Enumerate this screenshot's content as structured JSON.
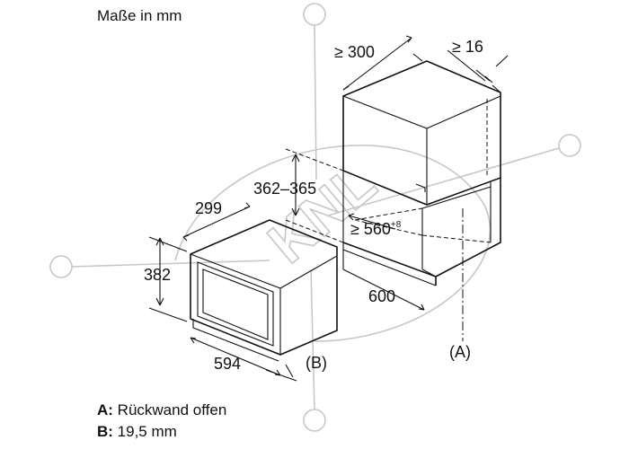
{
  "title": "Maße in mm",
  "dimensions": {
    "niche_depth_min": "≥ 300",
    "top_gap_min": "≥ 16",
    "niche_height": "362–365",
    "appliance_depth": "299",
    "niche_width_min": "≥ 560",
    "niche_width_tolerance": "+8",
    "appliance_height": "382",
    "cabinet_depth": "600",
    "appliance_width": "594"
  },
  "markers": {
    "a": "(A)",
    "b": "(B)"
  },
  "legend": [
    {
      "key": "A:",
      "text": " Rückwand offen"
    },
    {
      "key": "B:",
      "text": " 19,5 mm"
    }
  ],
  "watermark": {
    "text": "KNL",
    "color": "#c7c7c7"
  }
}
